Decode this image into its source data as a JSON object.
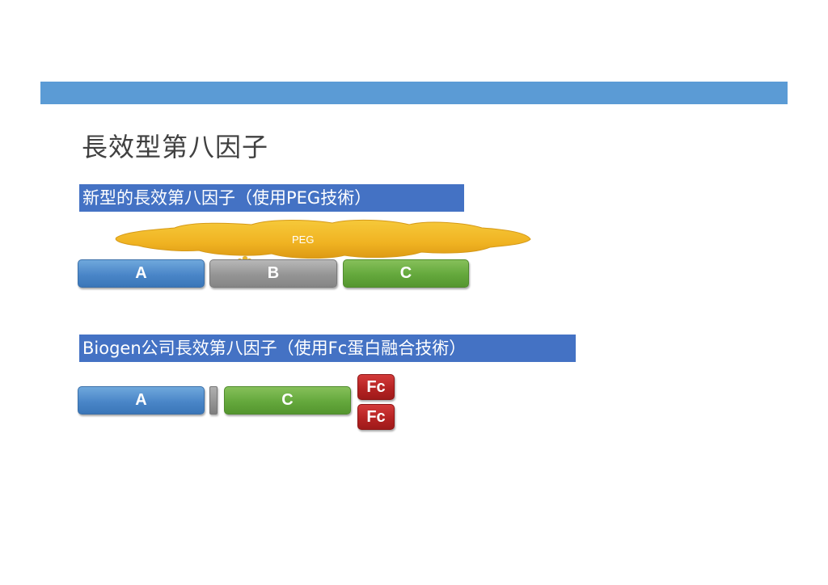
{
  "slide": {
    "title": "長效型第八因子"
  },
  "section_peg": {
    "label": "新型的長效第八因子（使用PEG技術）",
    "peg_label": "PEG",
    "domains": {
      "a": "A",
      "b": "B",
      "c": "C"
    }
  },
  "section_fc": {
    "label": "Biogen公司長效第八因子（使用Fc蛋白融合技術）",
    "domains": {
      "a": "A",
      "c": "C"
    },
    "fc_top": "Fc",
    "fc_bottom": "Fc"
  },
  "colors": {
    "header_bar": "#5b9bd5",
    "section_label_bg": "#4472c4",
    "domain_a": "#4a86c8",
    "domain_b": "#959595",
    "domain_c": "#64a83c",
    "fc": "#b32222",
    "peg": "#f0b825"
  }
}
